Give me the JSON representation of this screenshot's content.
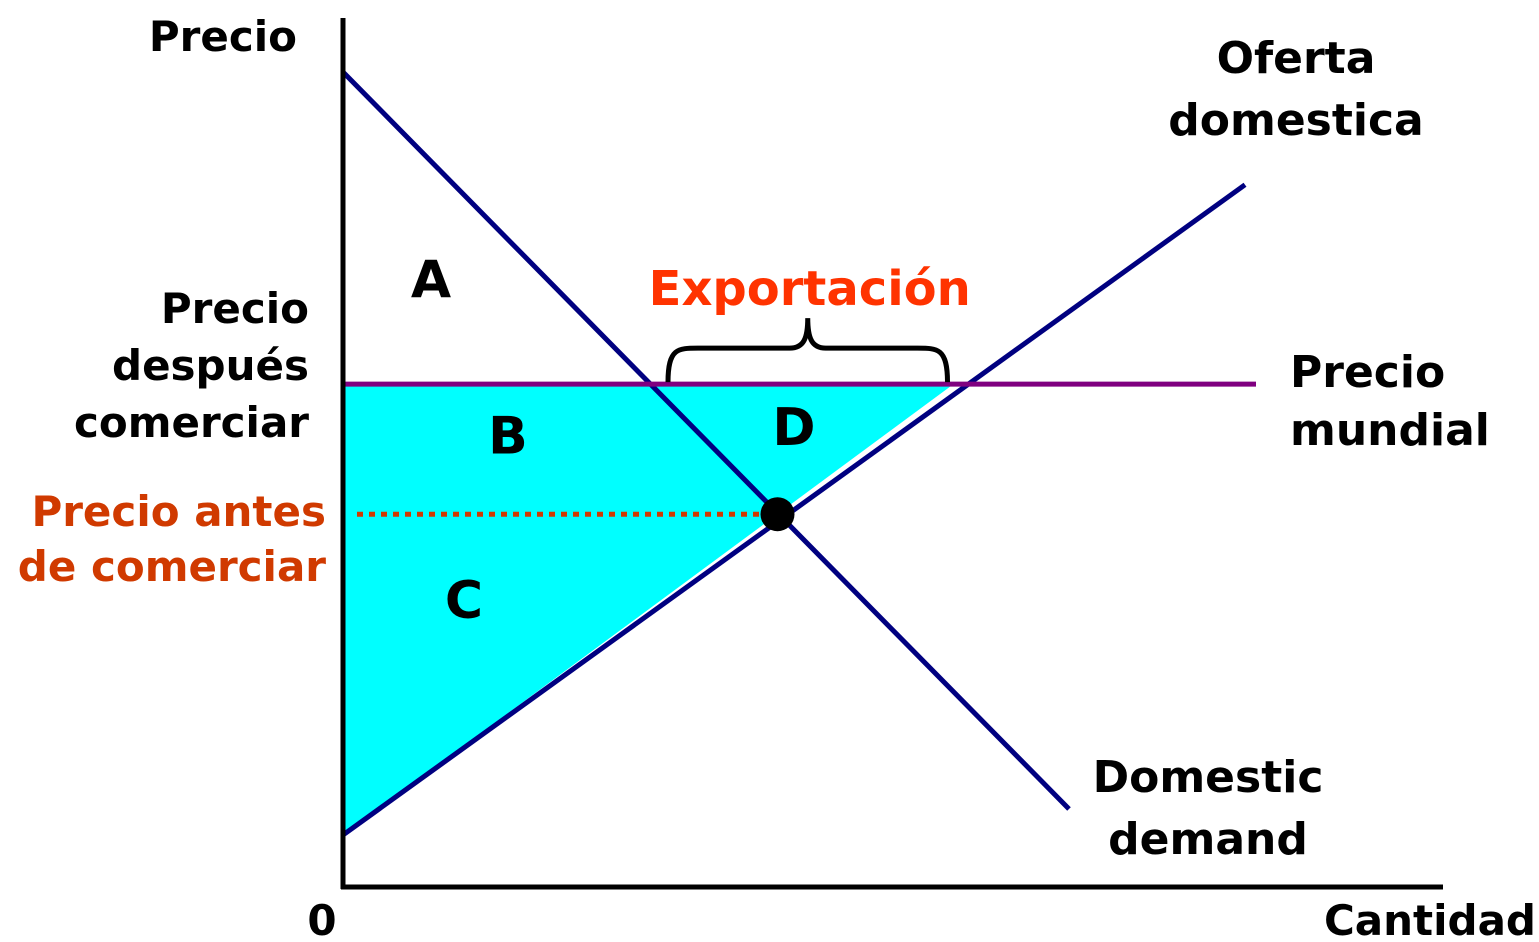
{
  "chart_data": {
    "type": "line",
    "title": "",
    "xlabel": "Cantidad",
    "ylabel": "Precio",
    "origin_label": "0",
    "xlim": [
      0,
      100
    ],
    "ylim": [
      0,
      100
    ],
    "grid": false,
    "legend": "none",
    "series": [
      {
        "name": "Domestic demand",
        "label_lines": [
          "Domestic",
          "demand"
        ],
        "x": [
          0,
          66
        ],
        "y": [
          94,
          9
        ],
        "color": "#000080"
      },
      {
        "name": "Oferta domestica",
        "label_lines": [
          "Oferta",
          "domestica"
        ],
        "x": [
          0,
          82
        ],
        "y": [
          6,
          81
        ],
        "color": "#000080"
      },
      {
        "name": "Precio mundial",
        "label_lines": [
          "Precio",
          "mundial"
        ],
        "x": [
          0,
          83
        ],
        "y": [
          58,
          58
        ],
        "color": "#800080"
      }
    ],
    "price_levels": {
      "world_price": {
        "value": 58,
        "label_lines": [
          "Precio",
          "después",
          "comerciar"
        ]
      },
      "pre_trade_price": {
        "value": 43,
        "label_lines": [
          "Precio antes",
          "de comerciar"
        ],
        "color": "#d03a00"
      }
    },
    "equilibrium": {
      "x": 39.5,
      "y": 43
    },
    "regions": [
      {
        "label": "A",
        "x": 8,
        "y": 68
      },
      {
        "label": "B",
        "x": 15,
        "y": 50
      },
      {
        "label": "C",
        "x": 11,
        "y": 31
      },
      {
        "label": "D",
        "x": 41,
        "y": 51
      }
    ],
    "shaded_area": {
      "color": "#00ffff",
      "vertices": [
        [
          0,
          58
        ],
        [
          55.5,
          58
        ],
        [
          0,
          6
        ]
      ]
    },
    "exports": {
      "label": "Exportación",
      "x_from": 29,
      "x_to": 55.5,
      "color": "#ff3300"
    }
  }
}
